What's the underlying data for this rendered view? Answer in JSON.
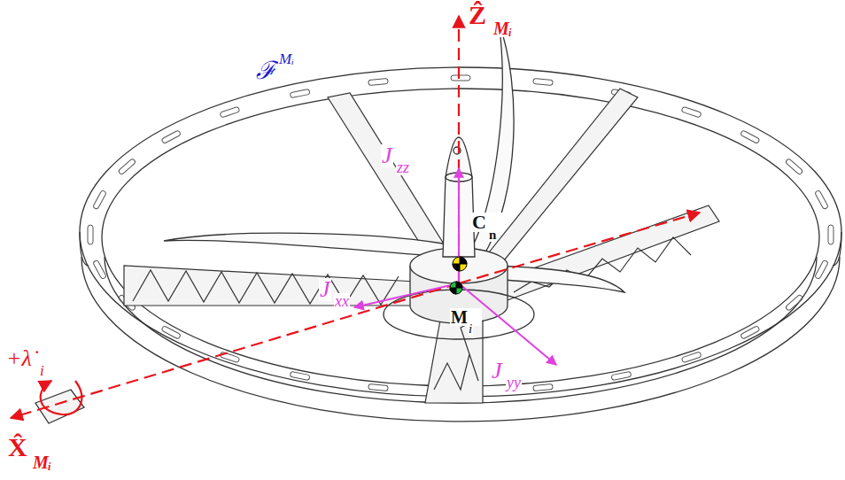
{
  "diagram": {
    "labels": [
      "Ẑ",
      "Mᵢ",
      "ℱ",
      "Mᵢ",
      "J",
      "zz",
      "C⃗",
      "n",
      "J",
      "xx",
      "M⃗",
      "i",
      "J",
      "yy",
      "+λ̇",
      "i",
      "X̂",
      "Mᵢ"
    ]
  }
}
